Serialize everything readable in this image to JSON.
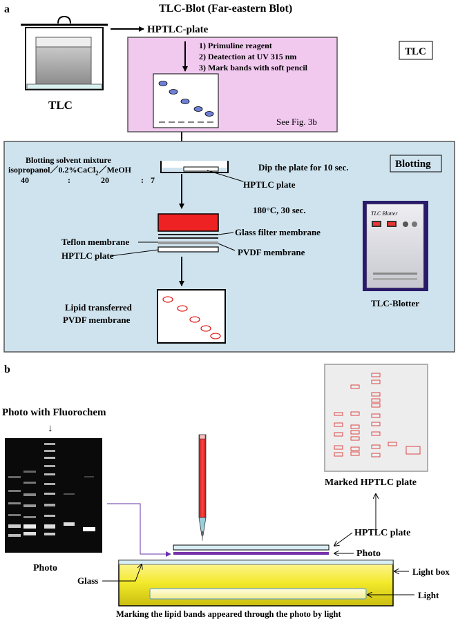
{
  "panel_a": {
    "label": "a",
    "title": "TLC-Blot (Far-eastern Blot)",
    "tlc_label": "TLC",
    "hptlc_plate_label": "HPTLC-plate",
    "steps": [
      "1) Primuline reagent",
      "2) Deatection at UV 315 nm",
      "3) Mark bands with soft pencil"
    ],
    "see_fig": "See Fig. 3b",
    "tlc_box": "TLC",
    "blotting_box": "Blotting",
    "blotting_solvent_title": "Blotting solvent mixture",
    "solvent_formula": {
      "part1": "isopropanol",
      "sep": "／",
      "part2": "0.2%CaCl",
      "sub": "2",
      "part3": "MeOH"
    },
    "ratio": {
      "a": "40",
      "colon1": ":",
      "b": "20",
      "colon2": ":",
      "c": "7"
    },
    "dip_text": "Dip the plate for 10 sec.",
    "hptlc_plate_text": "HPTLC plate",
    "condition": "180°C, 30 sec.",
    "glass_filter": "Glass filter membrane",
    "teflon": "Teflon membrane",
    "pvdf": "PVDF membrane",
    "hptlc_plate_layer": "HPTLC plate",
    "lipid_line1": "Lipid transferred",
    "lipid_line2": "PVDF membrane",
    "blotter_caption": "TLC-Blotter",
    "blotter_device_label": "TLC Blotter"
  },
  "panel_b": {
    "label": "b",
    "photo_title": "Photo with Fluorochem",
    "arrow_down": "↓",
    "photo_label": "Photo",
    "marked_label": "Marked HPTLC plate",
    "hptlc_plate": "HPTLC plate",
    "photo": "Photo",
    "light_box": "Light box",
    "glass": "Glass",
    "light": "Light",
    "caption": "Marking the lipid bands appeared through the photo by light"
  },
  "colors": {
    "pink_panel": "#f1c9ef",
    "blue_panel": "#cfe3ee",
    "heater_red": "#ee2222",
    "band_blue": "#6f7fd6",
    "band_red": "#dd2222",
    "light_box": "#f5ec2e",
    "pencil_red": "#ee3333",
    "pencil_tip": "#9ad0dd",
    "photo_line": "#7733aa"
  }
}
